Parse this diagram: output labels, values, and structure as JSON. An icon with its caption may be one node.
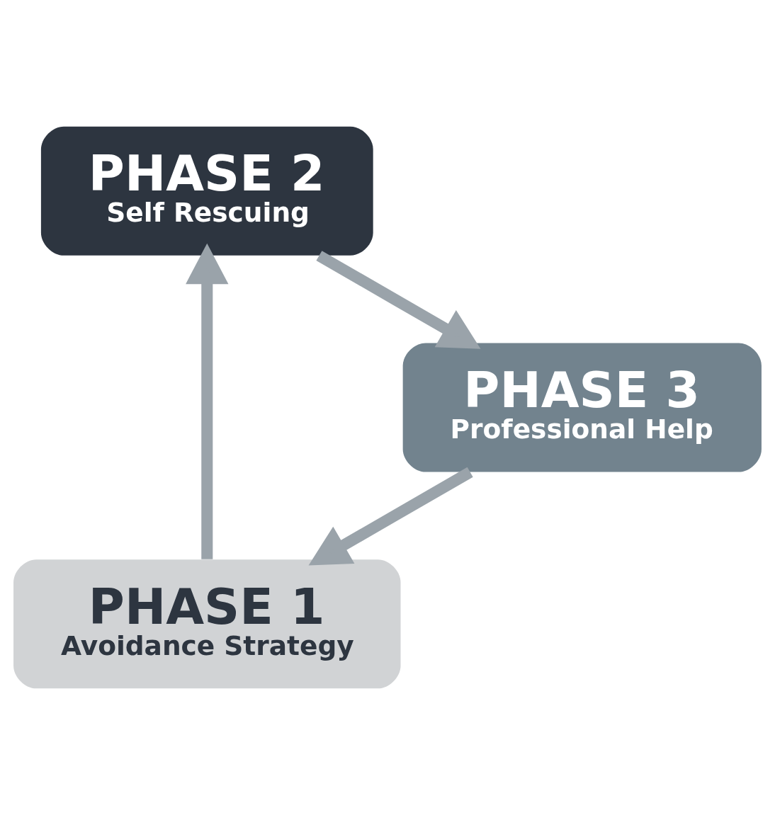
{
  "diagram": {
    "nodes": [
      {
        "text": [
          "PHASE 1",
          "Avoidance Strategy"
        ]
      },
      {
        "text": [
          "PHASE 2",
          "Self Rescuing"
        ]
      },
      {
        "text": [
          "PHASE 3",
          "Professional Help"
        ]
      }
    ],
    "edges": [
      {
        "from": 0,
        "to": 1,
        "arrow": "to"
      },
      {
        "from": 1,
        "to": 2,
        "arrow": "to"
      },
      {
        "from": 2,
        "to": 0,
        "arrow": "to"
      }
    ]
  }
}
